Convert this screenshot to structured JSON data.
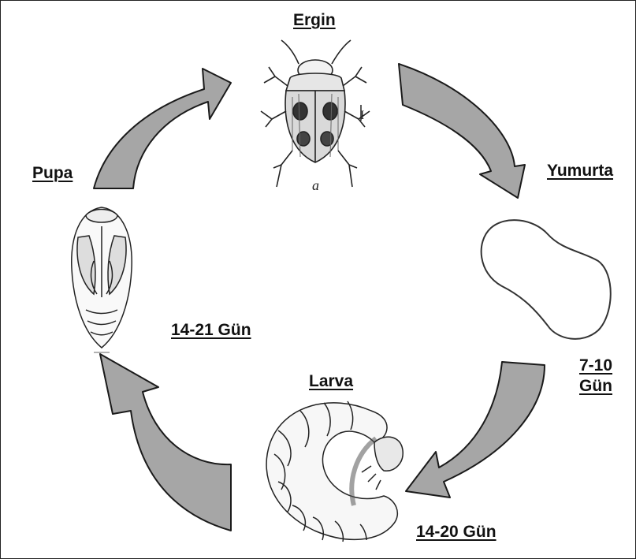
{
  "stages": {
    "adult": "Ergin",
    "egg": "Yumurta",
    "larva": "Larva",
    "pupa": "Pupa"
  },
  "durations": {
    "egg_to_larva_line1": "7-10",
    "egg_to_larva_line2": "Gün",
    "larva_stage": "14-20 Gün",
    "pupa_stage": "14-21 Gün"
  },
  "figure_marks": {
    "adult_scale_mark": "I",
    "adult_panel_letter": "a"
  },
  "colors": {
    "arrow_fill": "#a6a6a6",
    "arrow_stroke": "#1a1a1a",
    "ink": "#222222"
  }
}
